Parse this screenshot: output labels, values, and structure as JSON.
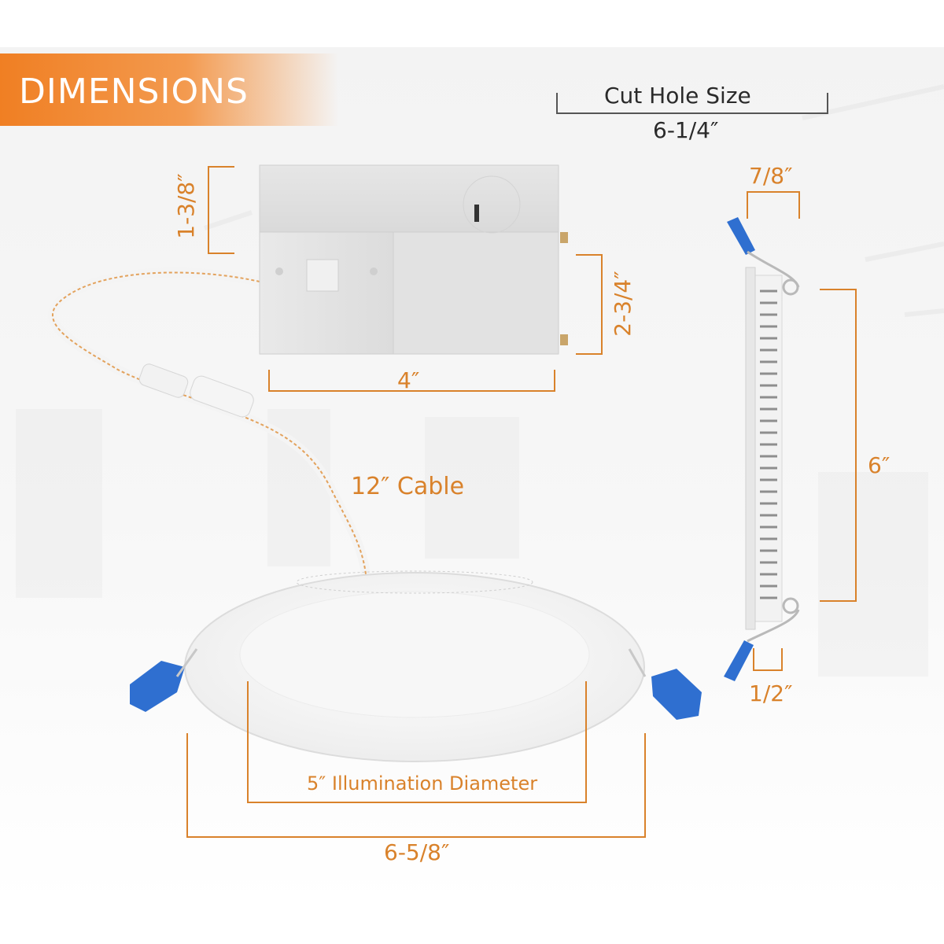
{
  "header": {
    "title": "DIMENSIONS"
  },
  "cut_hole": {
    "label": "Cut Hole Size",
    "value": "6-1/4″"
  },
  "junction_box": {
    "height": "1-3/8″",
    "side_height": "2-3/4″",
    "width": "4″"
  },
  "cable": {
    "label": "12″ Cable"
  },
  "side_profile": {
    "top_depth": "7/8″",
    "height": "6″",
    "bottom_depth": "1/2″"
  },
  "panel": {
    "illumination": "5″ Illumination Diameter",
    "diameter": "6-5/8″"
  },
  "colors": {
    "accent": "#d9822b",
    "banner": "#f07f23",
    "clip": "#2f6fd0",
    "text": "#2a2a2a"
  }
}
